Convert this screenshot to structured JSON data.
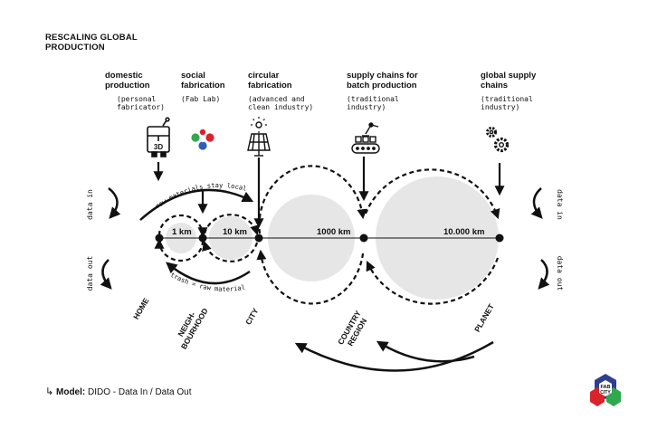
{
  "title": "RESCALING GLOBAL\nPRODUCTION",
  "columns": [
    {
      "title": "domestic\nproduction",
      "subtitle": "(personal\nfabricator)",
      "icon": "3d-printer-icon"
    },
    {
      "title": "social\nfabrication",
      "subtitle": "(Fab Lab)",
      "icon": "fab-lab-logo-icon"
    },
    {
      "title": "circular\nfabrication",
      "subtitle": "(advanced and\nclean industry)",
      "icon": "solar-panel-icon"
    },
    {
      "title": "supply chains for\nbatch production",
      "subtitle": "(traditional\nindustry)",
      "icon": "robot-arm-conveyor-icon"
    },
    {
      "title": "global supply\nchains",
      "subtitle": "(traditional\nindustry)",
      "icon": "gears-icon"
    }
  ],
  "icon_3d_text": "3D",
  "distances": [
    "1 km",
    "10 km",
    "1000 km",
    "10.000 km"
  ],
  "flow_labels": {
    "top": "raw materials stay local",
    "bottom": "trash = raw material",
    "data_in": "data in",
    "data_out": "data out"
  },
  "scales": [
    "HOME",
    "NEIGH-\nBOURHOOD",
    "CITY",
    "COUNTRY\nREGION",
    "PLANET"
  ],
  "footer": {
    "arrow": "↳",
    "label": "Model:",
    "text": "DIDO - Data In / Data Out"
  },
  "logo": {
    "line1": "FAB",
    "line2": "CITY",
    "colors": [
      "#2e3f8f",
      "#d8232a",
      "#2fa84f"
    ]
  },
  "colors": {
    "circle_fill": "#e6e6e6",
    "stroke": "#111111"
  }
}
